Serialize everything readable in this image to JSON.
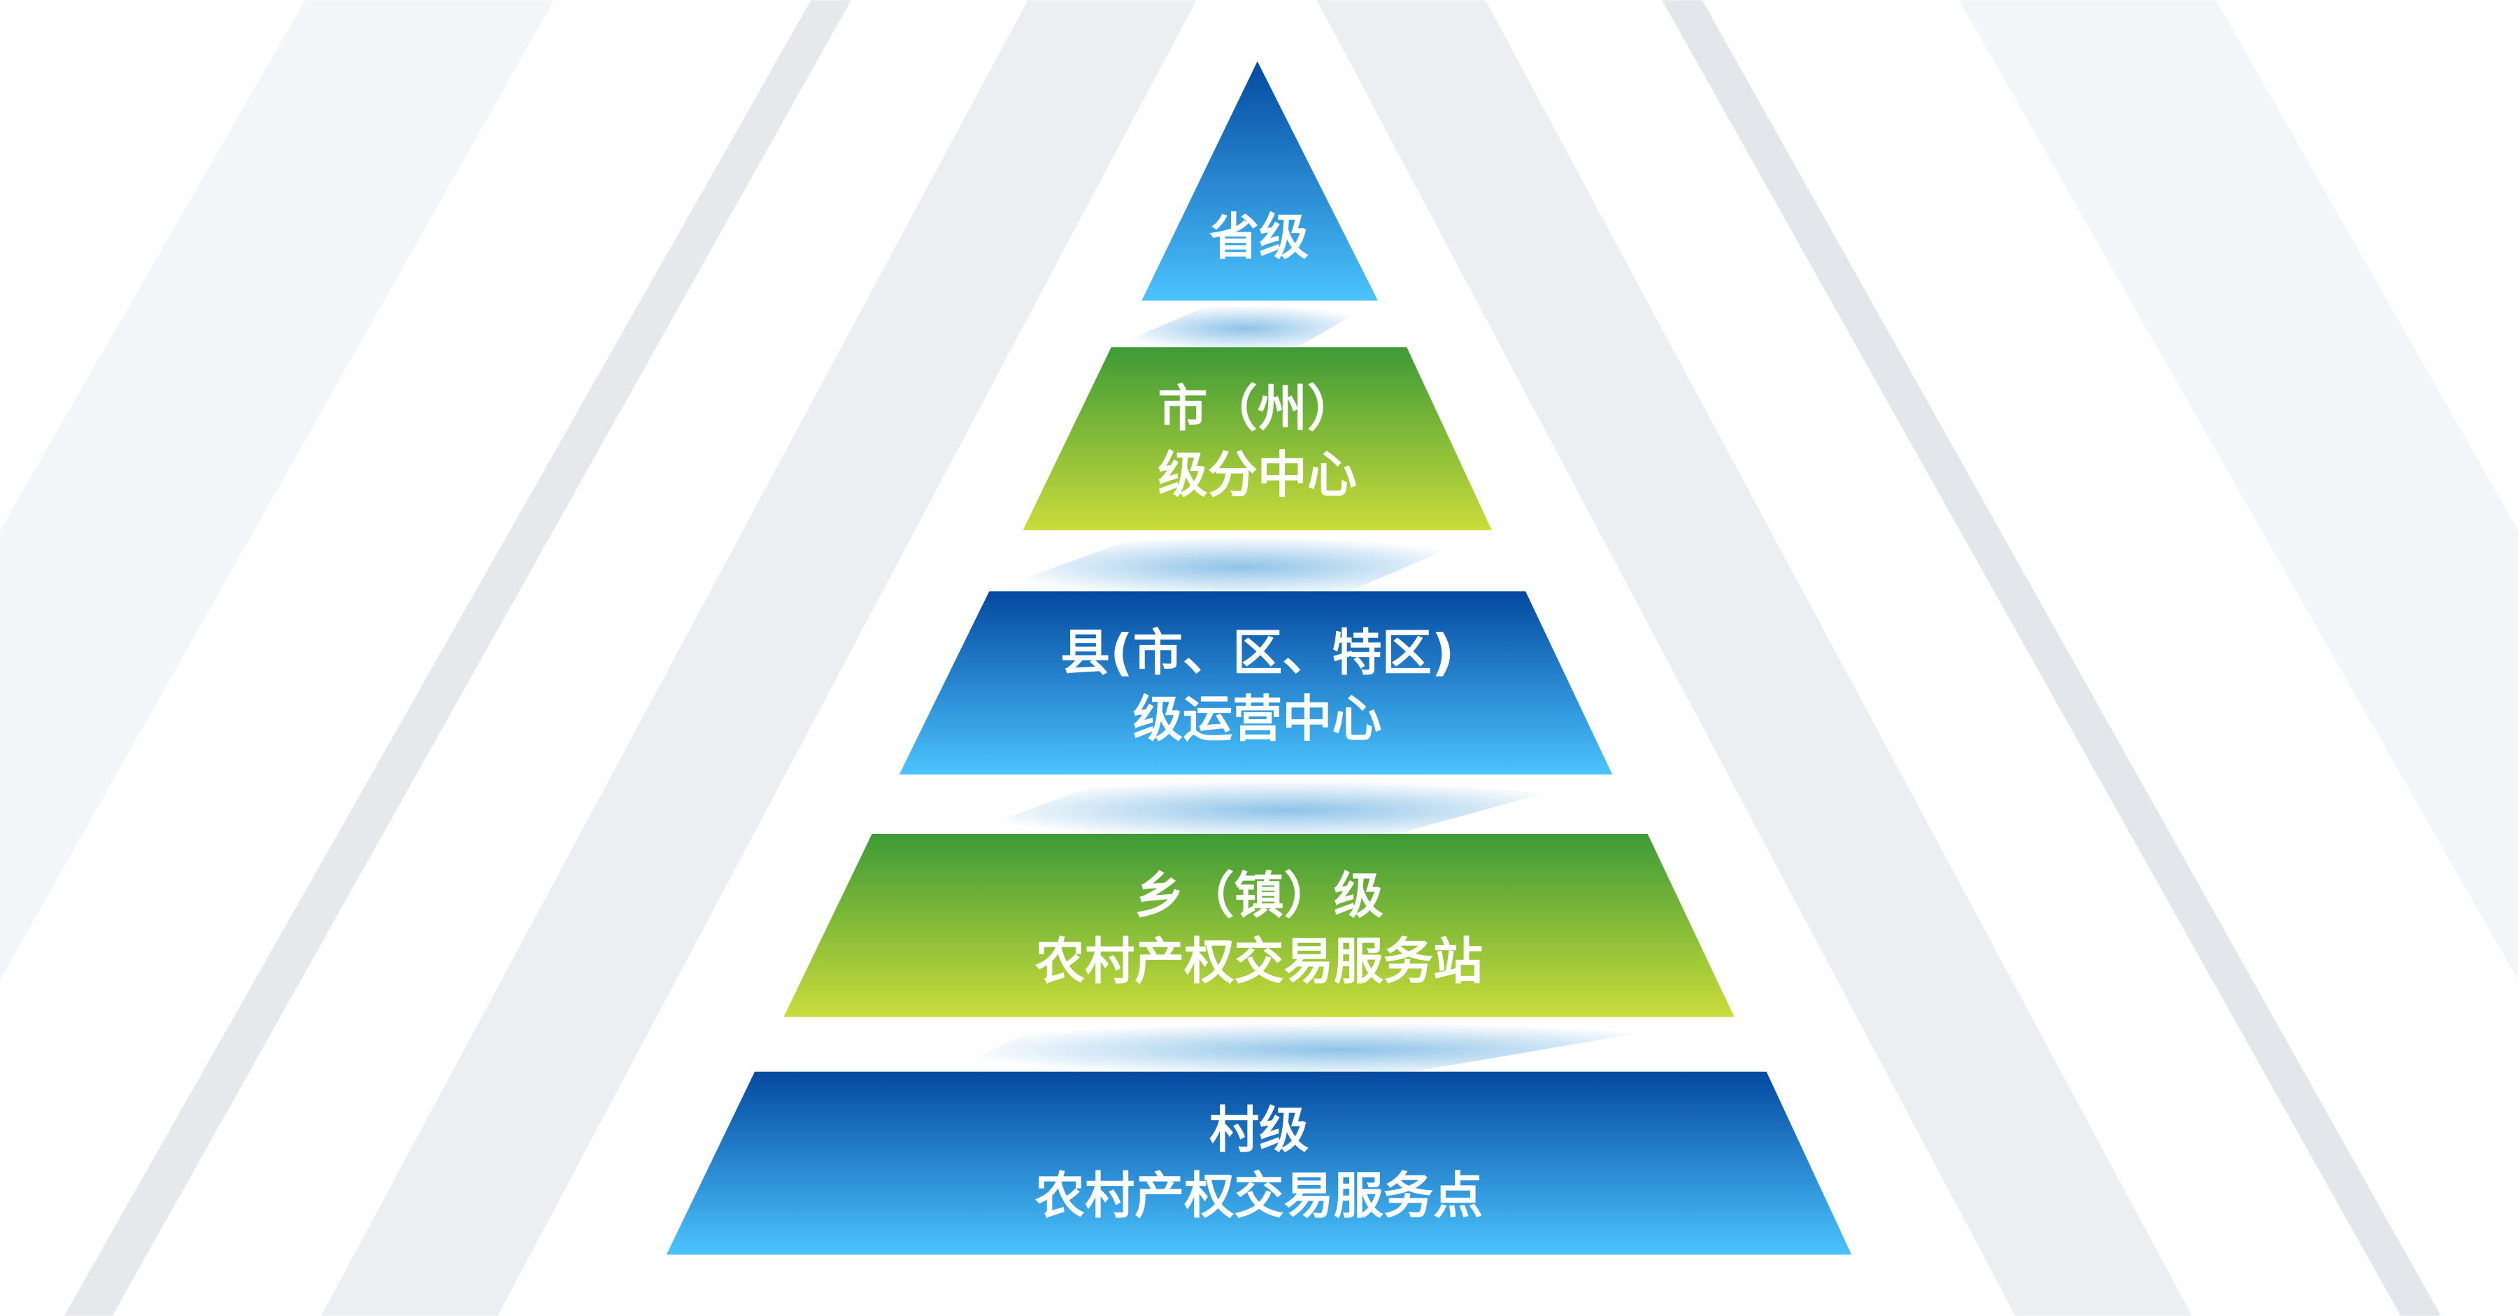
{
  "diagram": {
    "type": "pyramid",
    "tiers": [
      {
        "lines": [
          "省级"
        ],
        "color": "blue"
      },
      {
        "lines": [
          "市（州）",
          "级分中心"
        ],
        "color": "green"
      },
      {
        "lines": [
          "县(市、区、特区)",
          "级运营中心"
        ],
        "color": "blue"
      },
      {
        "lines": [
          "乡（镇）级",
          "农村产权交易服务站"
        ],
        "color": "green"
      },
      {
        "lines": [
          "村级",
          "农村产权交易服务点"
        ],
        "color": "blue"
      }
    ]
  },
  "colors": {
    "blue_top": "#0449a0",
    "blue_bottom": "#4bc3fd",
    "green_top": "#3e9a37",
    "green_bottom": "#cadc3a",
    "connector": "#8fc3e8",
    "stripe": "#e6e9ee"
  }
}
